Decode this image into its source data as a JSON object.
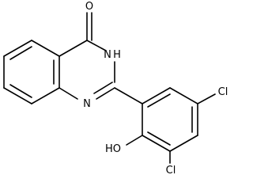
{
  "labels": {
    "oxygen": "O",
    "amide_nh": "H",
    "amide_n": "N",
    "ring_n": "N",
    "chlorine_top": "Cl",
    "chlorine_bottom": "Cl",
    "hydroxyl": "HO"
  }
}
